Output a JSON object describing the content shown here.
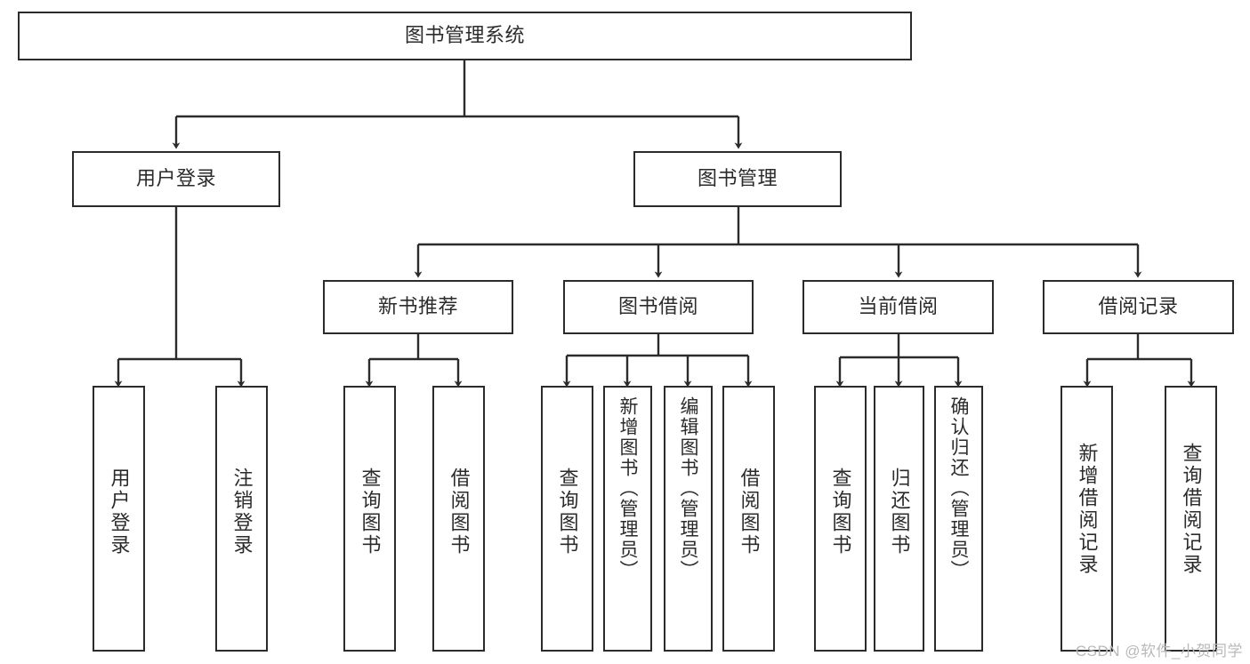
{
  "diagram": {
    "title": "图书管理系统",
    "type": "function-structure-tree",
    "levels": 4,
    "stroke_color": "#2b2b2b",
    "fill_color": "#ffffff",
    "background": "#ffffff"
  },
  "nodes": {
    "root": {
      "label": "图书管理系统"
    },
    "level2": [
      {
        "id": "user-login",
        "label": "用户登录"
      },
      {
        "id": "book-management",
        "label": "图书管理"
      }
    ],
    "level3": [
      {
        "id": "new-book-recommend",
        "label": "新书推荐"
      },
      {
        "id": "book-borrow",
        "label": "图书借阅"
      },
      {
        "id": "current-borrow",
        "label": "当前借阅"
      },
      {
        "id": "borrow-record",
        "label": "借阅记录"
      }
    ],
    "leaves": {
      "user_login": [
        {
          "id": "leaf-user-login",
          "label": "用户登录"
        },
        {
          "id": "leaf-logout-login",
          "label": "注销登录"
        }
      ],
      "new_book_recommend": [
        {
          "id": "leaf-query-book-1",
          "label": "查询图书"
        },
        {
          "id": "leaf-borrow-book-1",
          "label": "借阅图书"
        }
      ],
      "book_borrow": [
        {
          "id": "leaf-query-book-2",
          "label": "查询图书"
        },
        {
          "id": "leaf-add-book",
          "label": "新增图书（管理员）"
        },
        {
          "id": "leaf-edit-book",
          "label": "编辑图书（管理员）"
        },
        {
          "id": "leaf-borrow-book-2",
          "label": "借阅图书"
        }
      ],
      "current_borrow": [
        {
          "id": "leaf-query-book-3",
          "label": "查询图书"
        },
        {
          "id": "leaf-return-book",
          "label": "归还图书"
        },
        {
          "id": "leaf-confirm-return",
          "label": "确认归还（管理员）"
        }
      ],
      "borrow_record": [
        {
          "id": "leaf-add-record",
          "label": "新增借阅记录"
        },
        {
          "id": "leaf-query-record",
          "label": "查询借阅记录"
        }
      ]
    }
  },
  "watermark": {
    "text": "CSDN @软件_小贺同学"
  }
}
